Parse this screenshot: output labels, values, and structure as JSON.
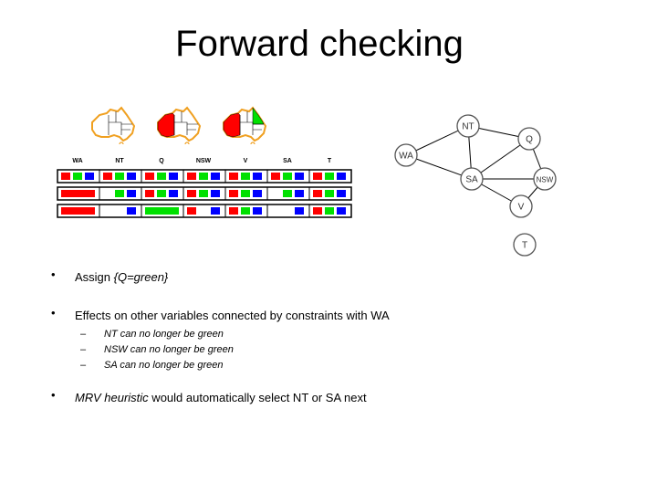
{
  "title": "Forward checking",
  "table": {
    "headers": [
      "WA",
      "NT",
      "Q",
      "NSW",
      "V",
      "SA",
      "T"
    ],
    "rows": [
      [
        [
          "red",
          "green",
          "blue"
        ],
        [
          "red",
          "green",
          "blue"
        ],
        [
          "red",
          "green",
          "blue"
        ],
        [
          "red",
          "green",
          "blue"
        ],
        [
          "red",
          "green",
          "blue"
        ],
        [
          "red",
          "green",
          "blue"
        ],
        [
          "red",
          "green",
          "blue"
        ]
      ],
      [
        [
          "red"
        ],
        [
          "green",
          "blue"
        ],
        [
          "red",
          "green",
          "blue"
        ],
        [
          "red",
          "green",
          "blue"
        ],
        [
          "red",
          "green",
          "blue"
        ],
        [
          "green",
          "blue"
        ],
        [
          "red",
          "green",
          "blue"
        ]
      ],
      [
        [
          "red"
        ],
        [
          "blue"
        ],
        [
          "green"
        ],
        [
          "red",
          "blue"
        ],
        [
          "red",
          "green",
          "blue"
        ],
        [
          "blue"
        ],
        [
          "red",
          "green",
          "blue"
        ]
      ]
    ]
  },
  "graph": {
    "nodes": [
      "NT",
      "Q",
      "WA",
      "SA",
      "NSW",
      "V",
      "T"
    ],
    "edges": [
      [
        "WA",
        "NT"
      ],
      [
        "WA",
        "SA"
      ],
      [
        "NT",
        "SA"
      ],
      [
        "NT",
        "Q"
      ],
      [
        "Q",
        "SA"
      ],
      [
        "Q",
        "NSW"
      ],
      [
        "SA",
        "NSW"
      ],
      [
        "SA",
        "V"
      ],
      [
        "NSW",
        "V"
      ]
    ]
  },
  "colors": {
    "red": "#ff0000",
    "green": "#00e000",
    "blue": "#0000ff",
    "map_outline": "#f0a020"
  },
  "bullets": {
    "b1_prefix": "Assign ",
    "b1_italic": "{Q=green}",
    "b2": "Effects on other variables connected by constraints with WA",
    "sub": [
      "NT can no longer be green",
      "NSW can no longer be green",
      "SA can no longer be green"
    ],
    "b3_italic": "MRV heuristic",
    "b3_rest": " would automatically select NT or SA next"
  }
}
